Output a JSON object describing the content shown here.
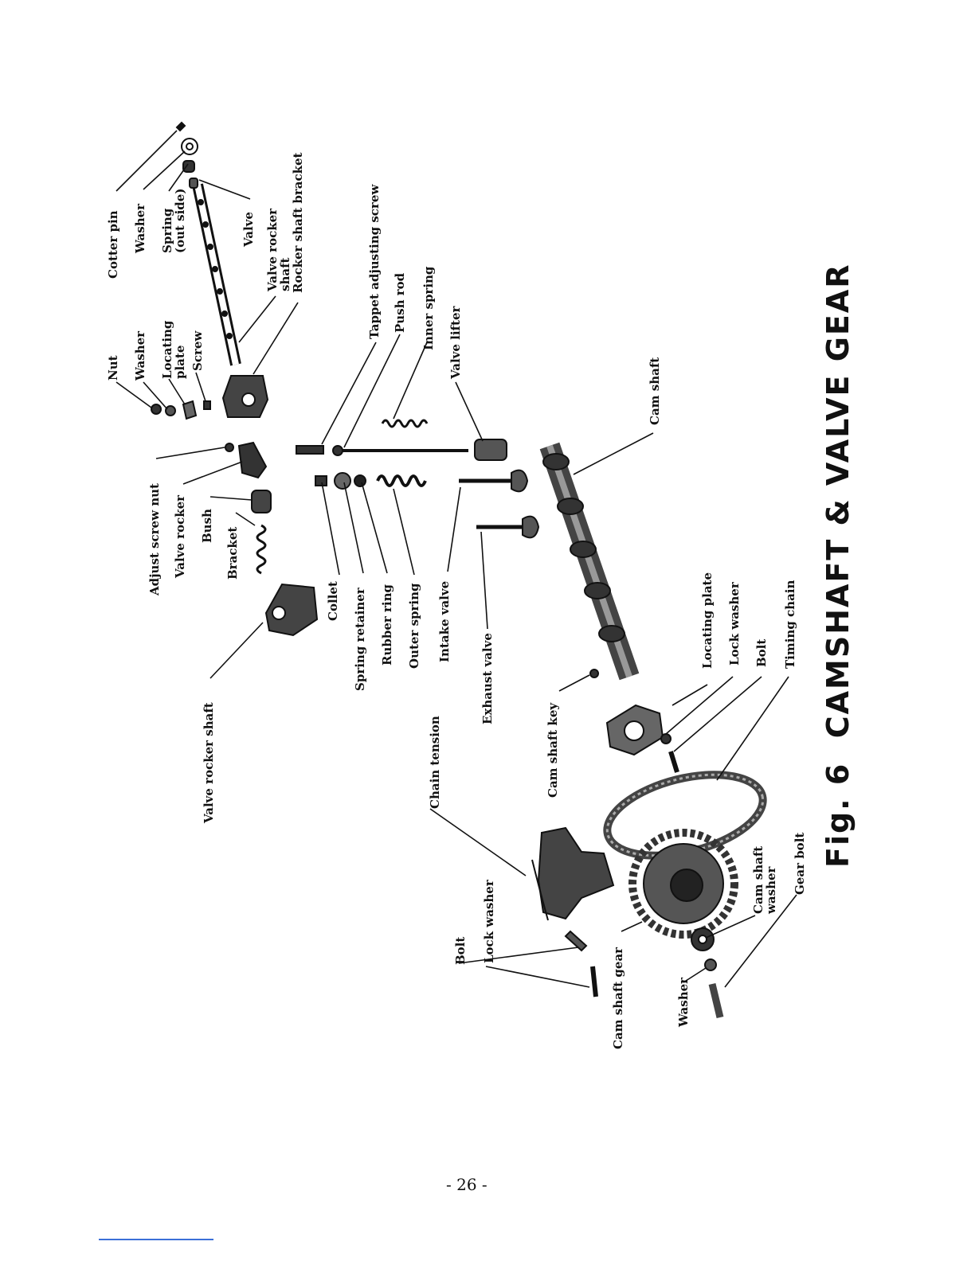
{
  "figure": {
    "caption": "Fig. 6  CAMSHAFT & VALVE GEAR",
    "labels": {
      "cotter_pin": "Cotter pin",
      "washer_top": "Washer",
      "spring_out_side": "Spring\n(out side)",
      "valve": "Valve",
      "valve_rocker_shaft_top": "Valve rocker\nshaft",
      "rocker_shaft_bracket": "Rocker shaft bracket",
      "nut": "Nut",
      "washer_nut": "Washer",
      "locating_plate_top": "Locating\nplate",
      "screw": "Screw",
      "tappet_adjusting_screw": "Tappet adjusting screw",
      "push_rod": "Push rod",
      "inner_spring": "Inner spring",
      "valve_lifter": "Valve lifter",
      "cam_shaft": "Cam shaft",
      "adjust_screw_nut": "Adjust screw nut",
      "valve_rocker": "Valve rocker",
      "bush": "Bush",
      "bracket": "Bracket",
      "collet": "Collet",
      "spring_retainer": "Spring retainer",
      "rubber_ring": "Rubber ring",
      "outer_spring": "Outer spring",
      "intake_valve": "Intake valve",
      "exhaust_valve": "Exhaust valve",
      "valve_rocker_shaft": "Valve rocker shaft",
      "chain_tension": "Chain tension",
      "cam_shaft_key": "Cam shaft key",
      "locating_plate": "Locating plate",
      "lock_washer_right": "Lock washer",
      "bolt_right": "Bolt",
      "timing_chain": "Timing chain",
      "cam_shaft_washer": "Cam shaft\nwasher",
      "gear_bolt": "Gear bolt",
      "washer_bottom": "Washer",
      "cam_shaft_gear": "Cam shaft gear",
      "bolt_left": "Bolt",
      "lock_washer_left": "Lock washer"
    }
  },
  "page": {
    "number": "- 26 -"
  }
}
